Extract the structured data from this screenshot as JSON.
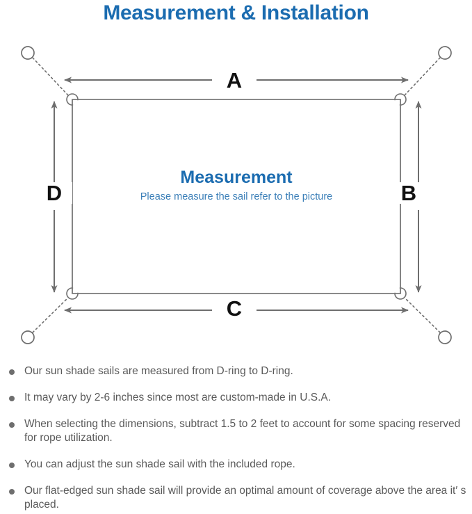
{
  "header": {
    "title": "Measurement & Installation",
    "title_color": "#1b6cb0"
  },
  "diagram": {
    "name": "sun-shade-sail-measurement-diagram",
    "center": {
      "heading": "Measurement",
      "subtext": "Please measure the sail refer to the picture",
      "heading_color": "#1b6cb0",
      "subtext_color": "#3b7fb8"
    },
    "dimension_labels": {
      "top": "A",
      "right": "B",
      "bottom": "C",
      "left": "D"
    },
    "label_color": "#111111",
    "line_color": "#6e6e6e",
    "sail_stroke_color": "#7a7a7a",
    "rope_style": "dotted",
    "corners": [
      "top-left-d-ring",
      "top-right-d-ring",
      "bottom-right-d-ring",
      "bottom-left-d-ring"
    ],
    "anchors": [
      "top-left-anchor-ring",
      "top-right-anchor-ring",
      "bottom-right-anchor-ring",
      "bottom-left-anchor-ring"
    ]
  },
  "notes": [
    "Our sun shade sails are measured from D-ring to D-ring.",
    "It may vary by 2-6 inches since most are custom-made in U.S.A.",
    "When selecting the dimensions, subtract 1.5 to 2 feet to account for some spacing reserved for rope utilization.",
    "You can adjust the sun shade sail with the included rope.",
    "Our flat-edged sun shade sail will provide an optimal amount of coverage above the area it′ s placed."
  ]
}
